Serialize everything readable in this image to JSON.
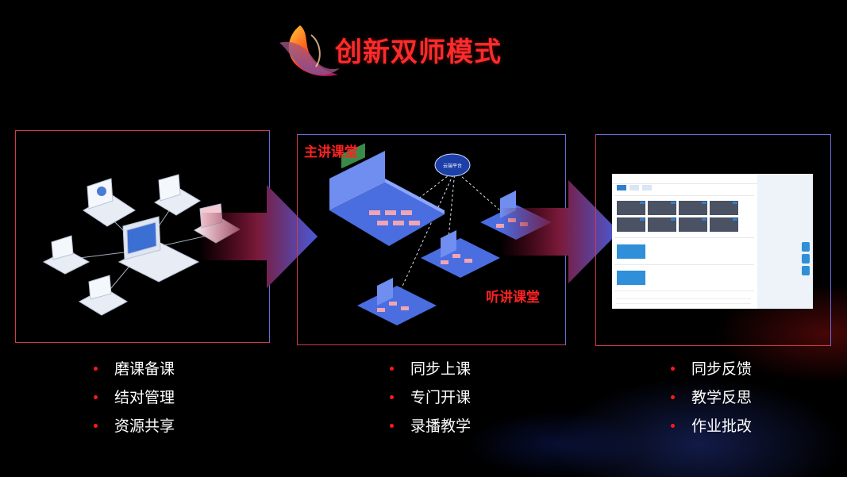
{
  "title": "创新双师模式",
  "logo_icon": "flame-ribbon-logo",
  "panels": {
    "prep": {
      "illustration": "networked-laptops-illustration"
    },
    "classroom": {
      "main_label": "主讲课堂",
      "listen_label": "听讲课堂",
      "cloud_label": "云端平台",
      "illustration": "isometric-classrooms-illustration"
    },
    "feedback": {
      "illustration": "dashboard-screenshot"
    }
  },
  "features": {
    "col1": [
      "磨课备课",
      "结对管理",
      "资源共享"
    ],
    "col2": [
      "同步上课",
      "专门开课",
      "录播教学"
    ],
    "col3": [
      "同步反馈",
      "教学反思",
      "作业批改"
    ]
  },
  "colors": {
    "accent": "#ff2a2a",
    "bullet": "#ff1a1a",
    "border_red": "#d23a4a",
    "border_blue": "#6b6bd8"
  }
}
